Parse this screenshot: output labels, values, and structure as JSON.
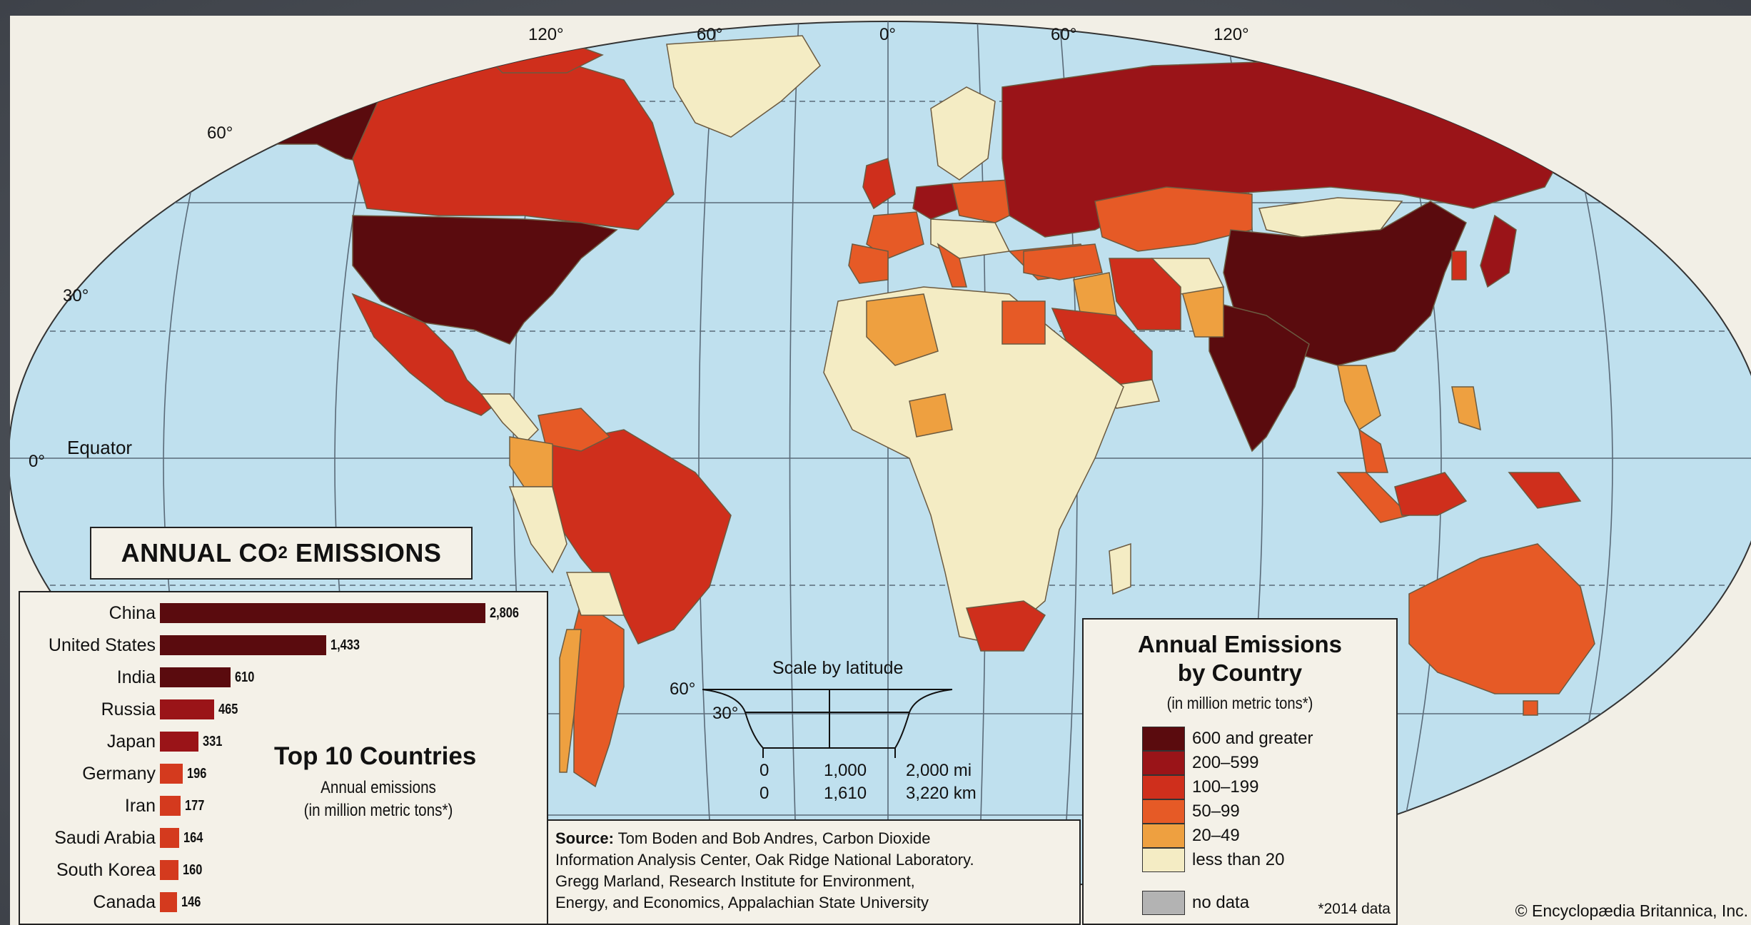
{
  "map": {
    "title_main": "ANNUAL CO",
    "title_sub": "2",
    "title_end": " EMISSIONS",
    "graticule_labels": {
      "lon_120w": "120°",
      "lon_60w": "60°",
      "lon_0": "0°",
      "lon_60e": "60°",
      "lon_120e": "120°",
      "lat_60": "60°",
      "lat_30": "30°",
      "lat_0": "0°",
      "equator": "Equator"
    },
    "credit": "© Encyclopædia Britannica, Inc."
  },
  "top10": {
    "title": "Top 10 Countries",
    "subtitle1": "Annual emissions",
    "subtitle2": "(in million metric tons*)",
    "max_value": 2806,
    "countries": [
      {
        "name": "China",
        "value": 2806,
        "label": "2,806",
        "color": "#5a0b0e"
      },
      {
        "name": "United States",
        "value": 1433,
        "label": "1,433",
        "color": "#5a0b0e"
      },
      {
        "name": "India",
        "value": 610,
        "label": "610",
        "color": "#5a0b0e"
      },
      {
        "name": "Russia",
        "value": 465,
        "label": "465",
        "color": "#9a1418"
      },
      {
        "name": "Japan",
        "value": 331,
        "label": "331",
        "color": "#9a1418"
      },
      {
        "name": "Germany",
        "value": 196,
        "label": "196",
        "color": "#d43a1e"
      },
      {
        "name": "Iran",
        "value": 177,
        "label": "177",
        "color": "#d43a1e"
      },
      {
        "name": "Saudi Arabia",
        "value": 164,
        "label": "164",
        "color": "#d43a1e"
      },
      {
        "name": "South Korea",
        "value": 160,
        "label": "160",
        "color": "#d43a1e"
      },
      {
        "name": "Canada",
        "value": 146,
        "label": "146",
        "color": "#d43a1e"
      }
    ]
  },
  "legend": {
    "title1": "Annual Emissions",
    "title2": "by Country",
    "subtitle": "(in million metric tons*)",
    "items": [
      {
        "label": "600 and greater",
        "color": "#5a0b0e"
      },
      {
        "label": "200–599",
        "color": "#9a1418"
      },
      {
        "label": "100–199",
        "color": "#cf2f1c"
      },
      {
        "label": "50–99",
        "color": "#e65a26"
      },
      {
        "label": "20–49",
        "color": "#eea040"
      },
      {
        "label": "less than 20",
        "color": "#f4ecc4"
      }
    ],
    "no_data": {
      "label": "no data",
      "color": "#b3b3b3"
    },
    "footnote": "*2014 data"
  },
  "scale": {
    "title": "Scale by latitude",
    "lat60": "60°",
    "lat30": "30°",
    "mi_0": "0",
    "mi_1000": "1,000",
    "mi_2000": "2,000 mi",
    "km_0": "0",
    "km_1610": "1,610",
    "km_3220": "3,220 km"
  },
  "source": {
    "label": "Source:",
    "line1": " Tom Boden and Bob Andres, Carbon Dioxide",
    "line2": "Information Analysis Center, Oak Ridge National Laboratory.",
    "line3": "Gregg Marland, Research Institute for Environment,",
    "line4": "Energy, and Economics, Appalachian State University"
  },
  "colors": {
    "ocean": "#bfe0ee",
    "land_low": "#f4ecc4",
    "land_border": "#6b5a40"
  }
}
